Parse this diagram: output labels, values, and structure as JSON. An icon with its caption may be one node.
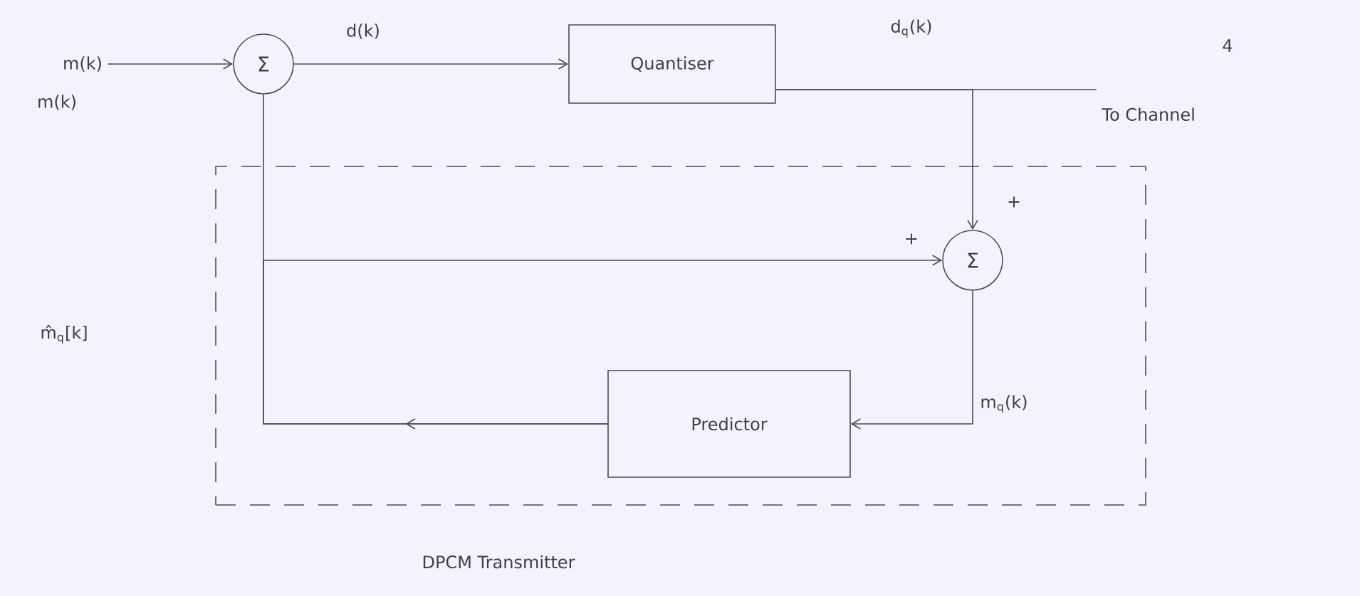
{
  "diagram": {
    "caption": "DPCM Transmitter",
    "nodes": [
      {
        "text": [
          "m(k)"
        ]
      },
      {
        "text": [
          "Σ"
        ]
      },
      {
        "text": [
          "Quantiser"
        ]
      },
      {
        "text": [
          "To Channel"
        ]
      },
      {
        "text": [],
        "shape": "box"
      },
      {
        "text": [
          "Σ"
        ],
        "in": 4
      },
      {
        "text": [
          "Predictor"
        ],
        "in": 4
      }
    ],
    "edges": [
      {
        "from": 0,
        "to": 1,
        "arrow": "to"
      },
      {
        "from": 1,
        "to": 2,
        "arrow": "to",
        "label": "d(k)"
      },
      {
        "from": 2,
        "to": 3,
        "arrow": "none",
        "label": "d$_{q}$(k)"
      },
      {
        "from": 2,
        "to": 5,
        "arrow": "to",
        "label": "+"
      },
      {
        "from": 5,
        "to": 6,
        "arrow": "to",
        "label": "m$_{q}$(k)"
      },
      {
        "from": 6,
        "to": 1,
        "arrow": "to"
      },
      {
        "from": 6,
        "to": 5,
        "arrow": "to",
        "label": "+"
      }
    ],
    "labels": [
      "4",
      "m(k)",
      "m̂$_{q}$[k]"
    ]
  }
}
